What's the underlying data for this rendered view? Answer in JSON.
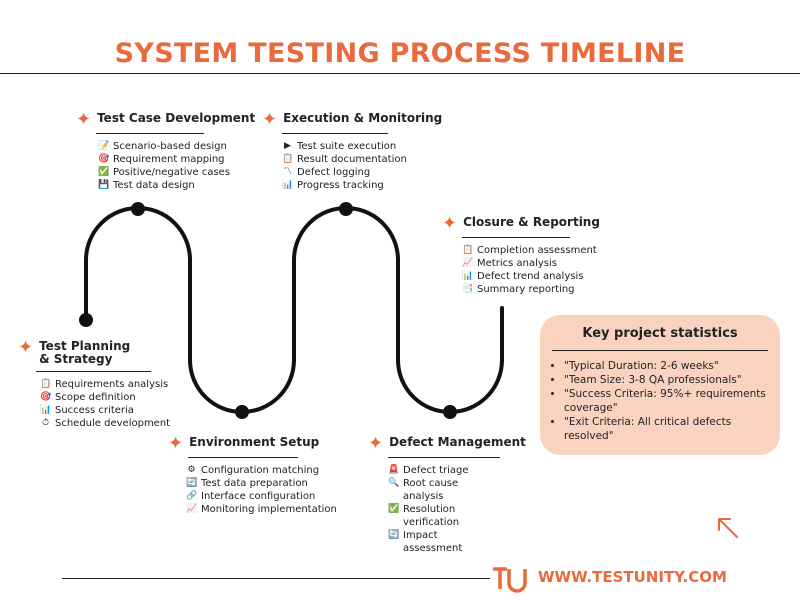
{
  "title": "SYSTEM TESTING PROCESS TIMELINE",
  "phases": [
    {
      "title_lines": [
        "Test Planning",
        "& Strategy"
      ],
      "items": [
        {
          "icon": "clipboard-icon",
          "glyph": "📋",
          "text": "Requirements analysis"
        },
        {
          "icon": "target-icon",
          "glyph": "🎯",
          "text": "Scope definition"
        },
        {
          "icon": "bar-chart-icon",
          "glyph": "📊",
          "text": "Success criteria"
        },
        {
          "icon": "stopwatch-icon",
          "glyph": "⏱",
          "text": "Schedule development"
        }
      ]
    },
    {
      "title_lines": [
        "Test Case Development"
      ],
      "items": [
        {
          "icon": "memo-icon",
          "glyph": "📝",
          "text": "Scenario-based design"
        },
        {
          "icon": "target-icon",
          "glyph": "🎯",
          "text": "Requirement mapping"
        },
        {
          "icon": "check-icon",
          "glyph": "✅",
          "text": "Positive/negative cases"
        },
        {
          "icon": "floppy-disk-icon",
          "glyph": "💾",
          "text": "Test data design"
        }
      ]
    },
    {
      "title_lines": [
        "Environment Setup"
      ],
      "items": [
        {
          "icon": "gear-icon",
          "glyph": "⚙",
          "text": "Configuration matching"
        },
        {
          "icon": "refresh-icon",
          "glyph": "🔄",
          "text": "Test data preparation"
        },
        {
          "icon": "link-icon",
          "glyph": "🔗",
          "text": "Interface configuration"
        },
        {
          "icon": "trend-up-icon",
          "glyph": "📈",
          "text": "Monitoring implementation"
        }
      ]
    },
    {
      "title_lines": [
        "Execution & Monitoring"
      ],
      "items": [
        {
          "icon": "play-icon",
          "glyph": "▶",
          "text": "Test suite execution"
        },
        {
          "icon": "clipboard-icon",
          "glyph": "📋",
          "text": "Result documentation"
        },
        {
          "icon": "wave-icon",
          "glyph": "〽",
          "text": "Defect logging"
        },
        {
          "icon": "bar-chart-icon",
          "glyph": "📊",
          "text": "Progress tracking"
        }
      ]
    },
    {
      "title_lines": [
        "Defect Management"
      ],
      "items": [
        {
          "icon": "siren-icon",
          "glyph": "🚨",
          "text": "Defect triage"
        },
        {
          "icon": "magnifier-icon",
          "glyph": "🔍",
          "text": "Root cause analysis"
        },
        {
          "icon": "check-icon",
          "glyph": "✅",
          "text": "Resolution verification"
        },
        {
          "icon": "refresh-icon",
          "glyph": "🔄",
          "text": "Impact assessment"
        }
      ]
    },
    {
      "title_lines": [
        "Closure & Reporting"
      ],
      "items": [
        {
          "icon": "clipboard-icon",
          "glyph": "📋",
          "text": "Completion assessment"
        },
        {
          "icon": "trend-up-icon",
          "glyph": "📈",
          "text": "Metrics analysis"
        },
        {
          "icon": "bar-chart-icon",
          "glyph": "📊",
          "text": "Defect trend analysis"
        },
        {
          "icon": "memo-icon",
          "glyph": "📑",
          "text": "Summary reporting"
        }
      ]
    }
  ],
  "stats": {
    "heading": "Key project statistics",
    "items": [
      "\"Typical Duration: 2-6 weeks\"",
      "\"Team Size: 3-8 QA professionals\"",
      "\"Success Criteria: 95%+ requirements coverage\"",
      "\"Exit Criteria: All critical defects resolved\""
    ]
  },
  "footer": {
    "url": "WWW.TESTUNITY.COM"
  },
  "colors": {
    "accent": "#ea6a3c",
    "stats_bg": "#f9d3c0",
    "line": "#111111"
  }
}
